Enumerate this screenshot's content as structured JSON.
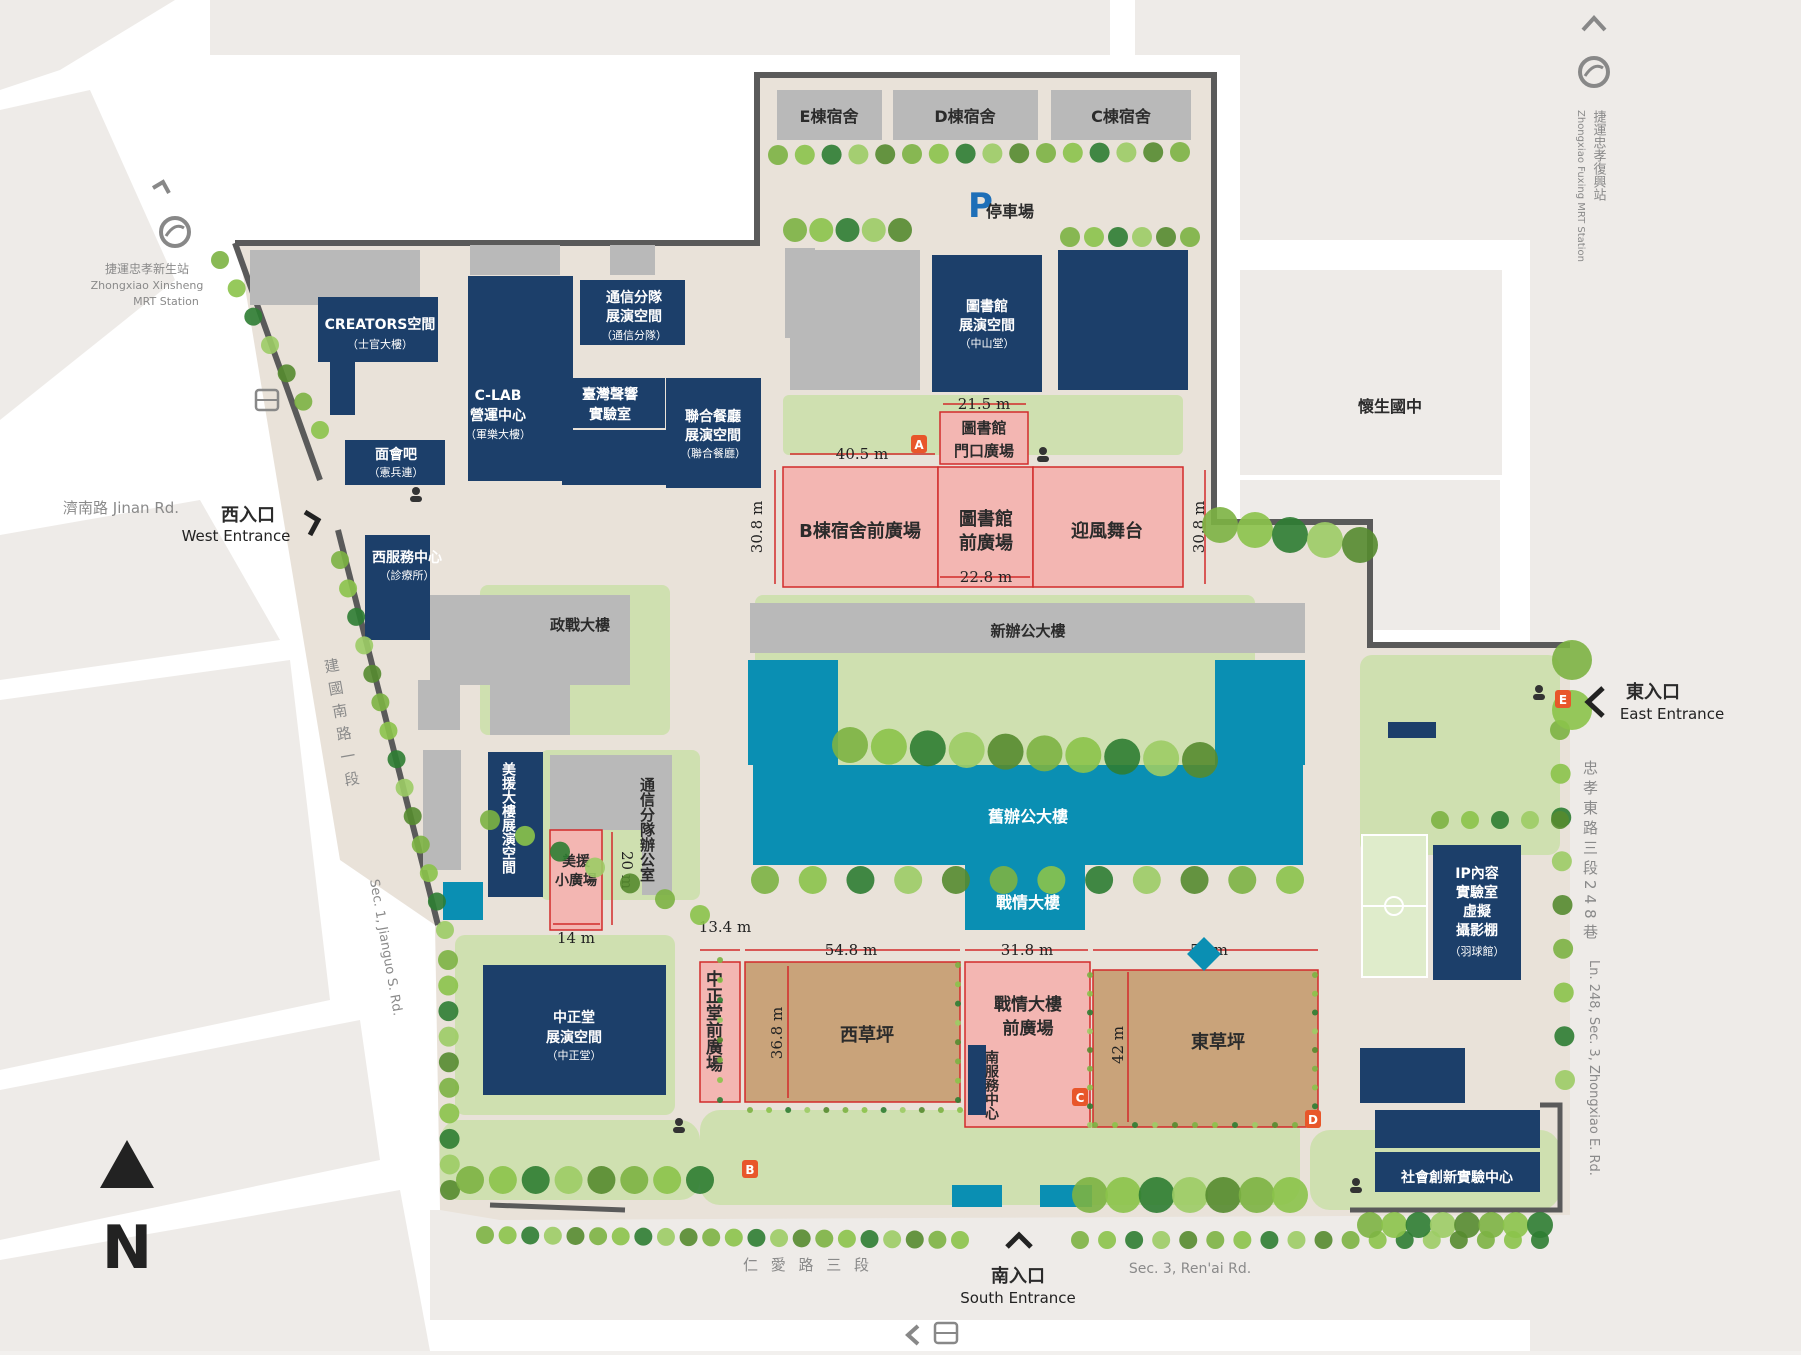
{
  "colors": {
    "background": "#f2f0ee",
    "road": "#ffffff",
    "campus": "#e9e2d9",
    "green_area": "#cfe0b0",
    "navy_building": "#1c3f6a",
    "gray_building": "#b9b9b9",
    "blue_building": "#0a8fb3",
    "plaza_pink": "#f3b6b2",
    "plaza_line": "#d22b2b",
    "lawn": "#c9a37a",
    "boundary": "#5a5a5a",
    "marker_orange": "#e8562a"
  },
  "dorms": {
    "e": "E棟宿舍",
    "d": "D棟宿舍",
    "c": "C棟宿舍"
  },
  "parking": {
    "icon": "P",
    "label": "停車場"
  },
  "buildings": {
    "creators": {
      "name": "CREATORS空間",
      "sub": "（士官大樓）"
    },
    "clab": {
      "l1": "C-LAB",
      "l2": "營運中心",
      "sub": "（軍樂大樓）"
    },
    "comm_space": {
      "l1": "通信分隊",
      "l2": "展演空間",
      "sub": "（通信分隊）"
    },
    "taiwan_sound": {
      "l1": "臺灣聲響",
      "l2": "實驗室"
    },
    "dining": {
      "l1": "聯合餐廳",
      "l2": "展演空間",
      "sub": "（聯合餐廳）"
    },
    "meet_bar": {
      "name": "面會吧",
      "sub": "（憲兵連）"
    },
    "west_service": {
      "name": "西服務中心",
      "sub": "（診療所）"
    },
    "library": {
      "l1": "圖書館",
      "l2": "展演空間",
      "sub": "（中山堂）"
    },
    "zhengzhan": "政戰大樓",
    "new_office": "新辦公大樓",
    "old_office": "舊辦公大樓",
    "warroom": "戰情大樓",
    "meiyuan": "美援大樓展演空間",
    "comm_office": "通信分隊辦公室",
    "zhongzheng": {
      "l1": "中正堂",
      "l2": "展演空間",
      "sub": "（中正堂）"
    },
    "ip_lab": {
      "l1": "IP內容",
      "l2": "實驗室",
      "l3": "虛擬",
      "l4": "攝影棚",
      "sub": "（羽球館）"
    },
    "social": "社會創新實驗中心",
    "south_service": "南服務中心",
    "school": "懷生國中"
  },
  "plazas": {
    "library_gate": {
      "l1": "圖書館",
      "l2": "門口廣場"
    },
    "b_dorm": "B棟宿舍前廣場",
    "library_front": {
      "l1": "圖書館",
      "l2": "前廣場"
    },
    "wind_stage": "迎風舞台",
    "meiyuan_small": {
      "l1": "美援",
      "l2": "小廣場"
    },
    "zhongzheng_front": "中正堂前廣場",
    "west_lawn": "西草坪",
    "warroom_front": {
      "l1": "戰情大樓",
      "l2": "前廣場"
    },
    "east_lawn": "東草坪"
  },
  "dimensions": {
    "gate_width": "21.5 m",
    "b_dorm_width": "40.5 m",
    "plaza_left_height": "30.8 m",
    "plaza_right_height": "30.8 m",
    "library_front_width": "22.8 m",
    "small_plaza_height": "20 m",
    "small_plaza_width": "14 m",
    "zhongzheng_front_width": "13.4 m",
    "west_lawn_width": "54.8 m",
    "west_lawn_height": "36.8 m",
    "warroom_front_width": "31.8 m",
    "east_lawn_width": "58 m",
    "east_lawn_height": "42 m"
  },
  "entrances": {
    "west": {
      "zh": "西入口",
      "en": "West Entrance"
    },
    "east": {
      "zh": "東入口",
      "en": "East Entrance"
    },
    "south": {
      "zh": "南入口",
      "en": "South Entrance"
    }
  },
  "roads": {
    "jinan": "濟南路  Jinan Rd.",
    "jianguo_zh": "建國南路一段",
    "jianguo_en": "Sec. 1, Jianguo S. Rd.",
    "renai_zh": "仁 愛 路 三 段",
    "renai_en": "Sec. 3, Ren'ai Rd.",
    "lane_zh": "忠孝東路三段248巷",
    "lane_en": "Ln. 248, Sec. 3, Zhongxiao E. Rd."
  },
  "mrt": {
    "xinsheng_zh": "捷運忠孝新生站",
    "xinsheng_en1": "Zhongxiao Xinsheng",
    "xinsheng_en2": "MRT Station",
    "fuxing_zh": "捷運忠孝復興站",
    "fuxing_en": "Zhongxiao Fuxing MRT Station"
  },
  "markers": [
    "A",
    "B",
    "C",
    "D",
    "E"
  ],
  "compass": {
    "label": "N",
    "icon": "north-arrow-icon"
  },
  "icons": [
    "bus-icon",
    "mrt-logo-icon",
    "person-icon",
    "badge-icon",
    "basketball-court-icon"
  ]
}
